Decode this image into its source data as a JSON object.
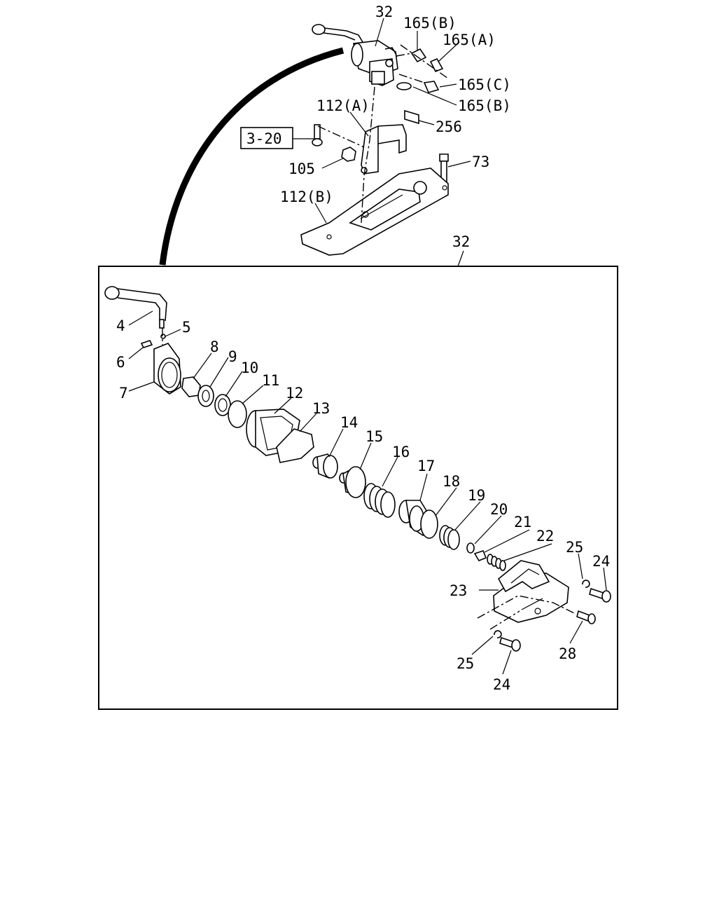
{
  "diagram": {
    "labels": {
      "p32_top": "32",
      "p165b_top": "165(B)",
      "p165a": "165(A)",
      "p165c": "165(C)",
      "p165b_mid": "165(B)",
      "p112a": "112(A)",
      "p256": "256",
      "ref_box": "3-20",
      "p105": "105",
      "p73": "73",
      "p112b": "112(B)",
      "p32_box": "32",
      "p4": "4",
      "p5": "5",
      "p6": "6",
      "p7": "7",
      "p8": "8",
      "p9": "9",
      "p10": "10",
      "p11": "11",
      "p12": "12",
      "p13": "13",
      "p14": "14",
      "p15": "15",
      "p16": "16",
      "p17": "17",
      "p18": "18",
      "p19": "19",
      "p20": "20",
      "p21": "21",
      "p22": "22",
      "p23": "23",
      "p25_right": "25",
      "p24_right": "24",
      "p25_bottom": "25",
      "p24_bottom": "24",
      "p28": "28"
    }
  }
}
